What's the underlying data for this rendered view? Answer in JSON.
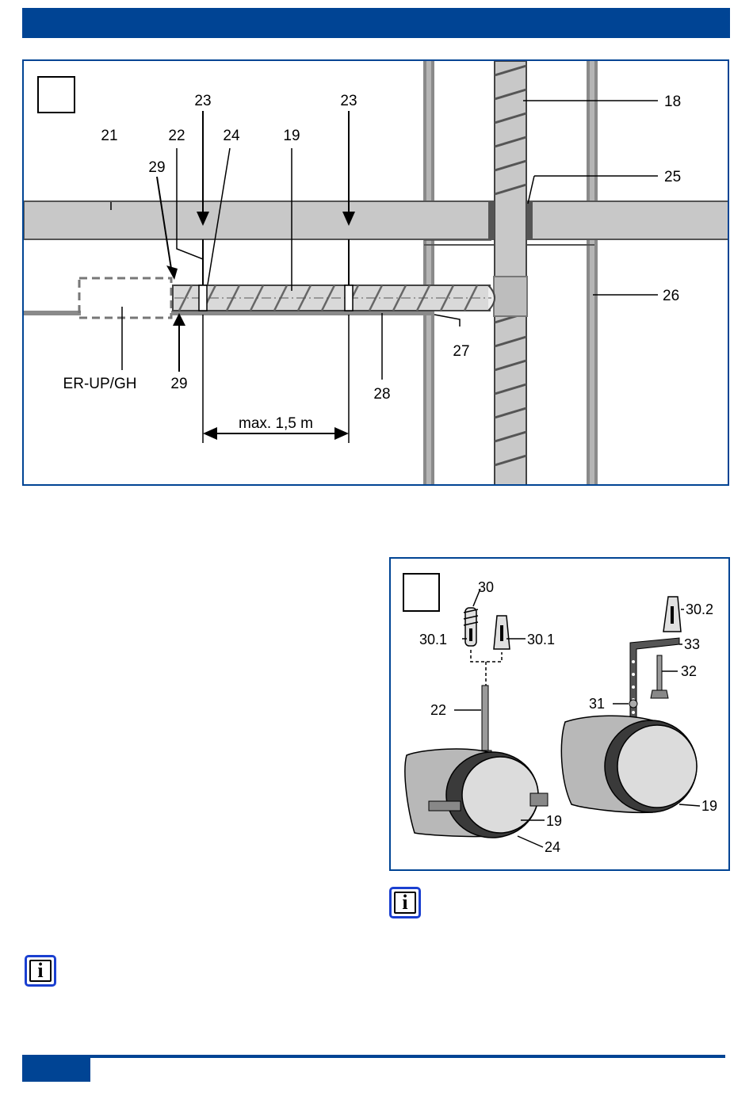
{
  "colors": {
    "brand_blue": "#004494",
    "info_blue": "#1a3fd0",
    "wall_gray": "#c8c8c8",
    "pipe_gray": "#d9d9d9"
  },
  "figure1": {
    "labels": {
      "l21": "21",
      "l22": "22",
      "l23a": "23",
      "l23b": "23",
      "l24": "24",
      "l19": "19",
      "l29a": "29",
      "l29b": "29",
      "l18": "18",
      "l25": "25",
      "l26": "26",
      "l27": "27",
      "l28": "28",
      "erup": "ER-UP/GH",
      "dimension": "max. 1,5 m"
    }
  },
  "figure2": {
    "labels": {
      "l30": "30",
      "l30_1a": "30.1",
      "l30_1b": "30.1",
      "l30_2": "30.2",
      "l33": "33",
      "l32": "32",
      "l31": "31",
      "l22": "22",
      "l19a": "19",
      "l19b": "19",
      "l24": "24"
    }
  },
  "icons": {
    "info": "i"
  }
}
